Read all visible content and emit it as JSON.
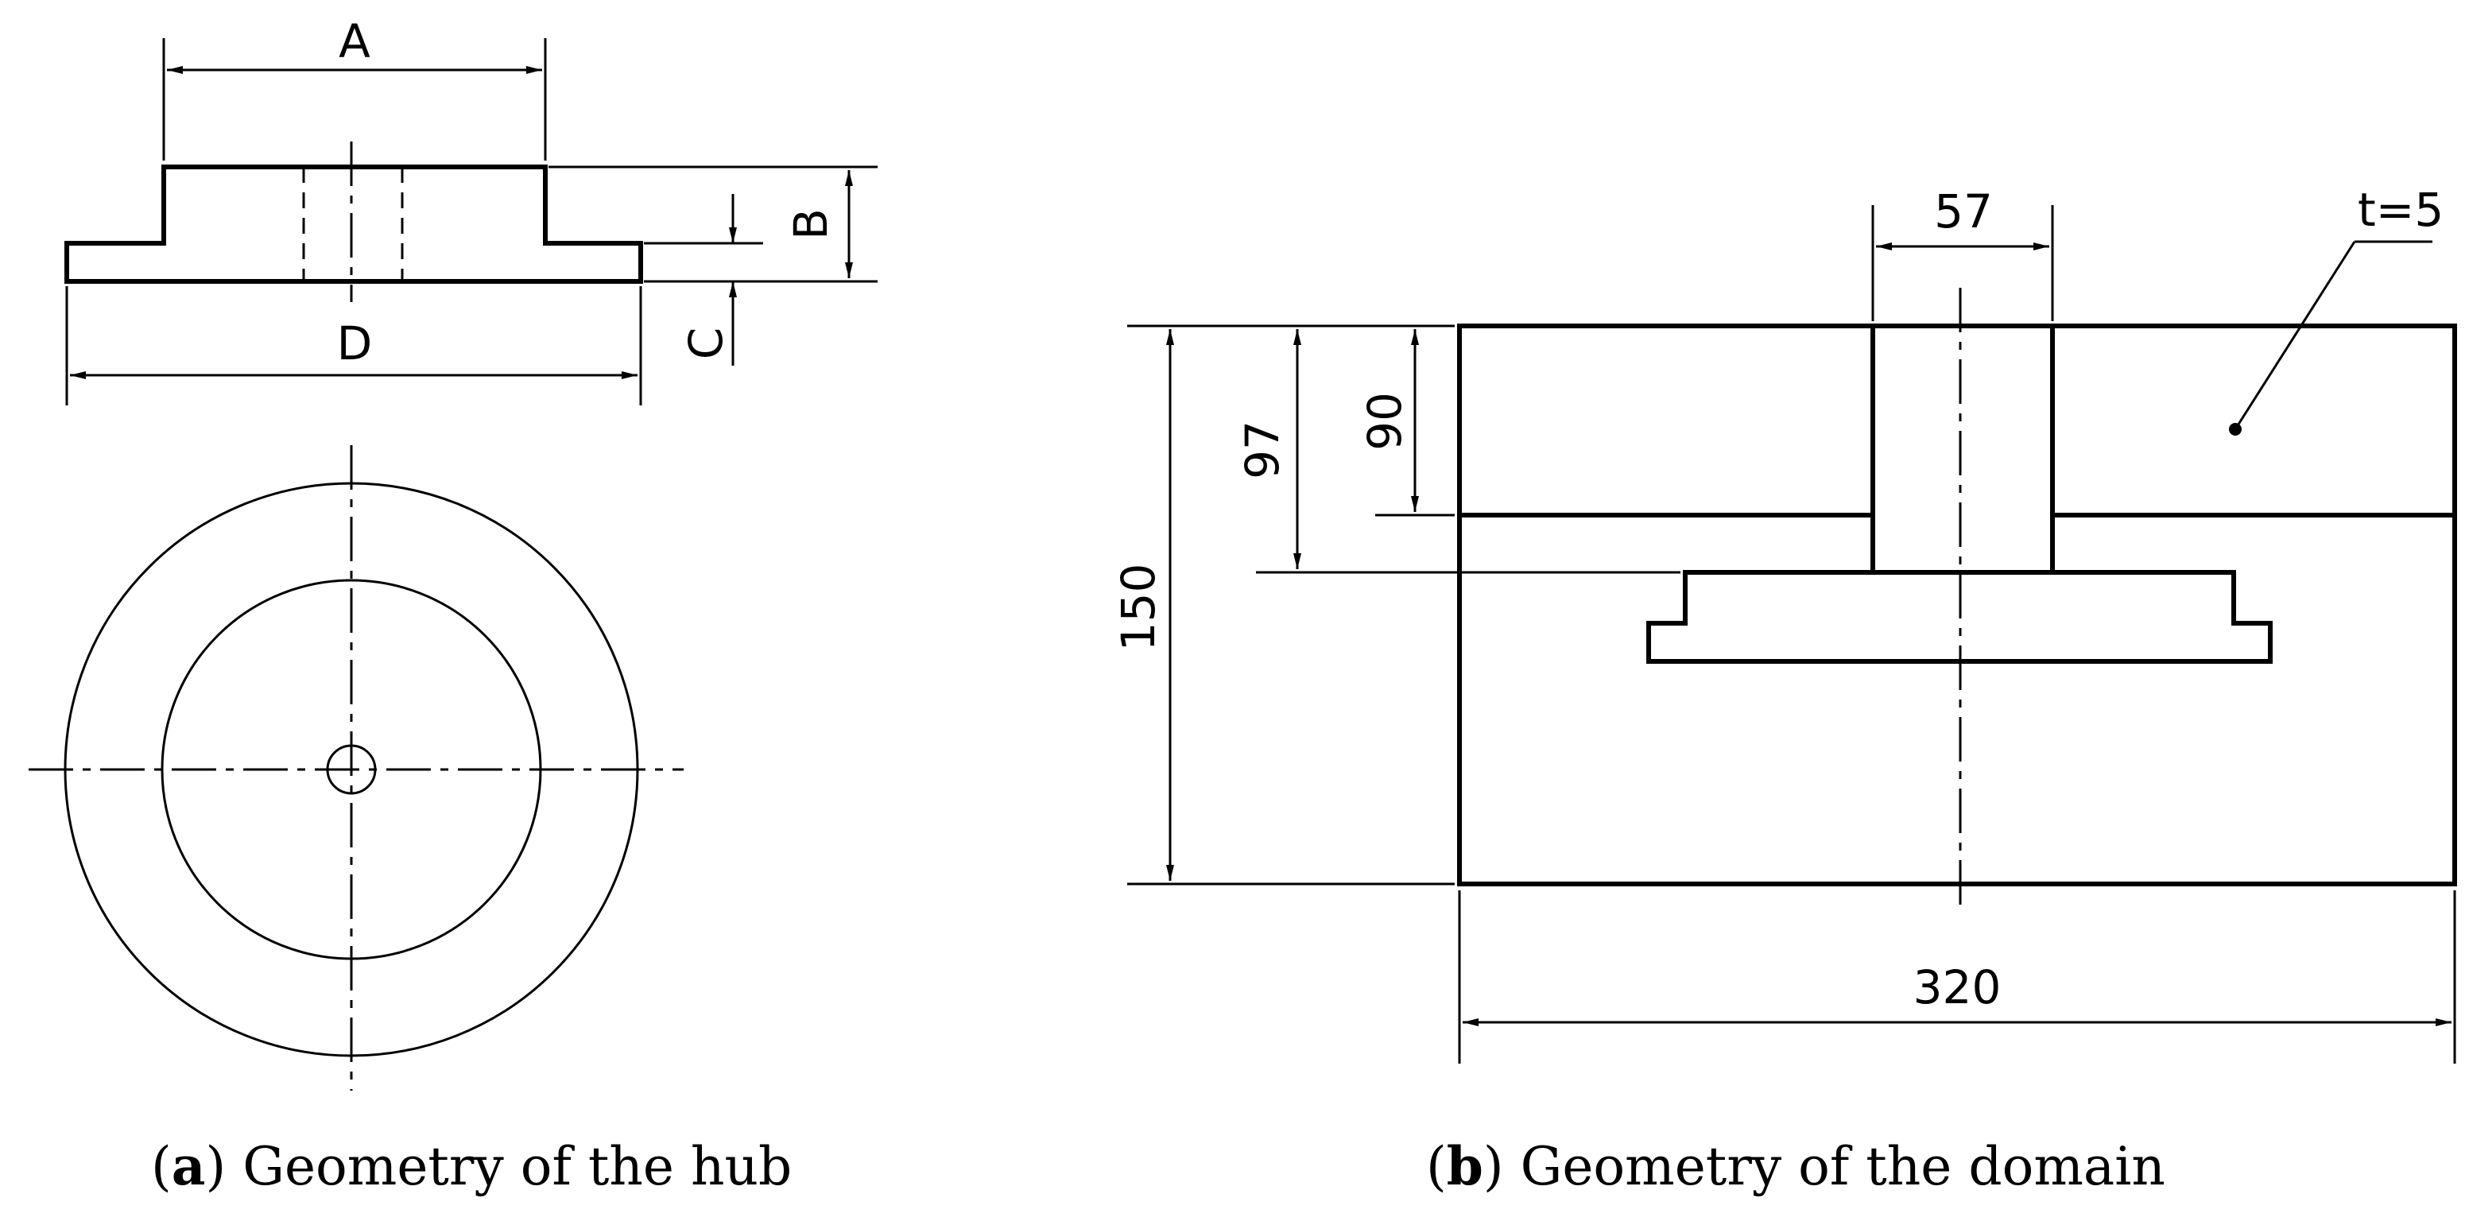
{
  "panel_a": {
    "dims": {
      "A": "A",
      "B": "B",
      "C": "C",
      "D": "D"
    },
    "caption": {
      "tag": "a",
      "text": "Geometry of the hub"
    }
  },
  "panel_b": {
    "dims": {
      "width": "320",
      "height": "150",
      "depth_97": "97",
      "depth_90": "90",
      "shaft": "57",
      "thickness": "t=5"
    },
    "caption": {
      "tag": "b",
      "text": "Geometry of the domain"
    }
  }
}
